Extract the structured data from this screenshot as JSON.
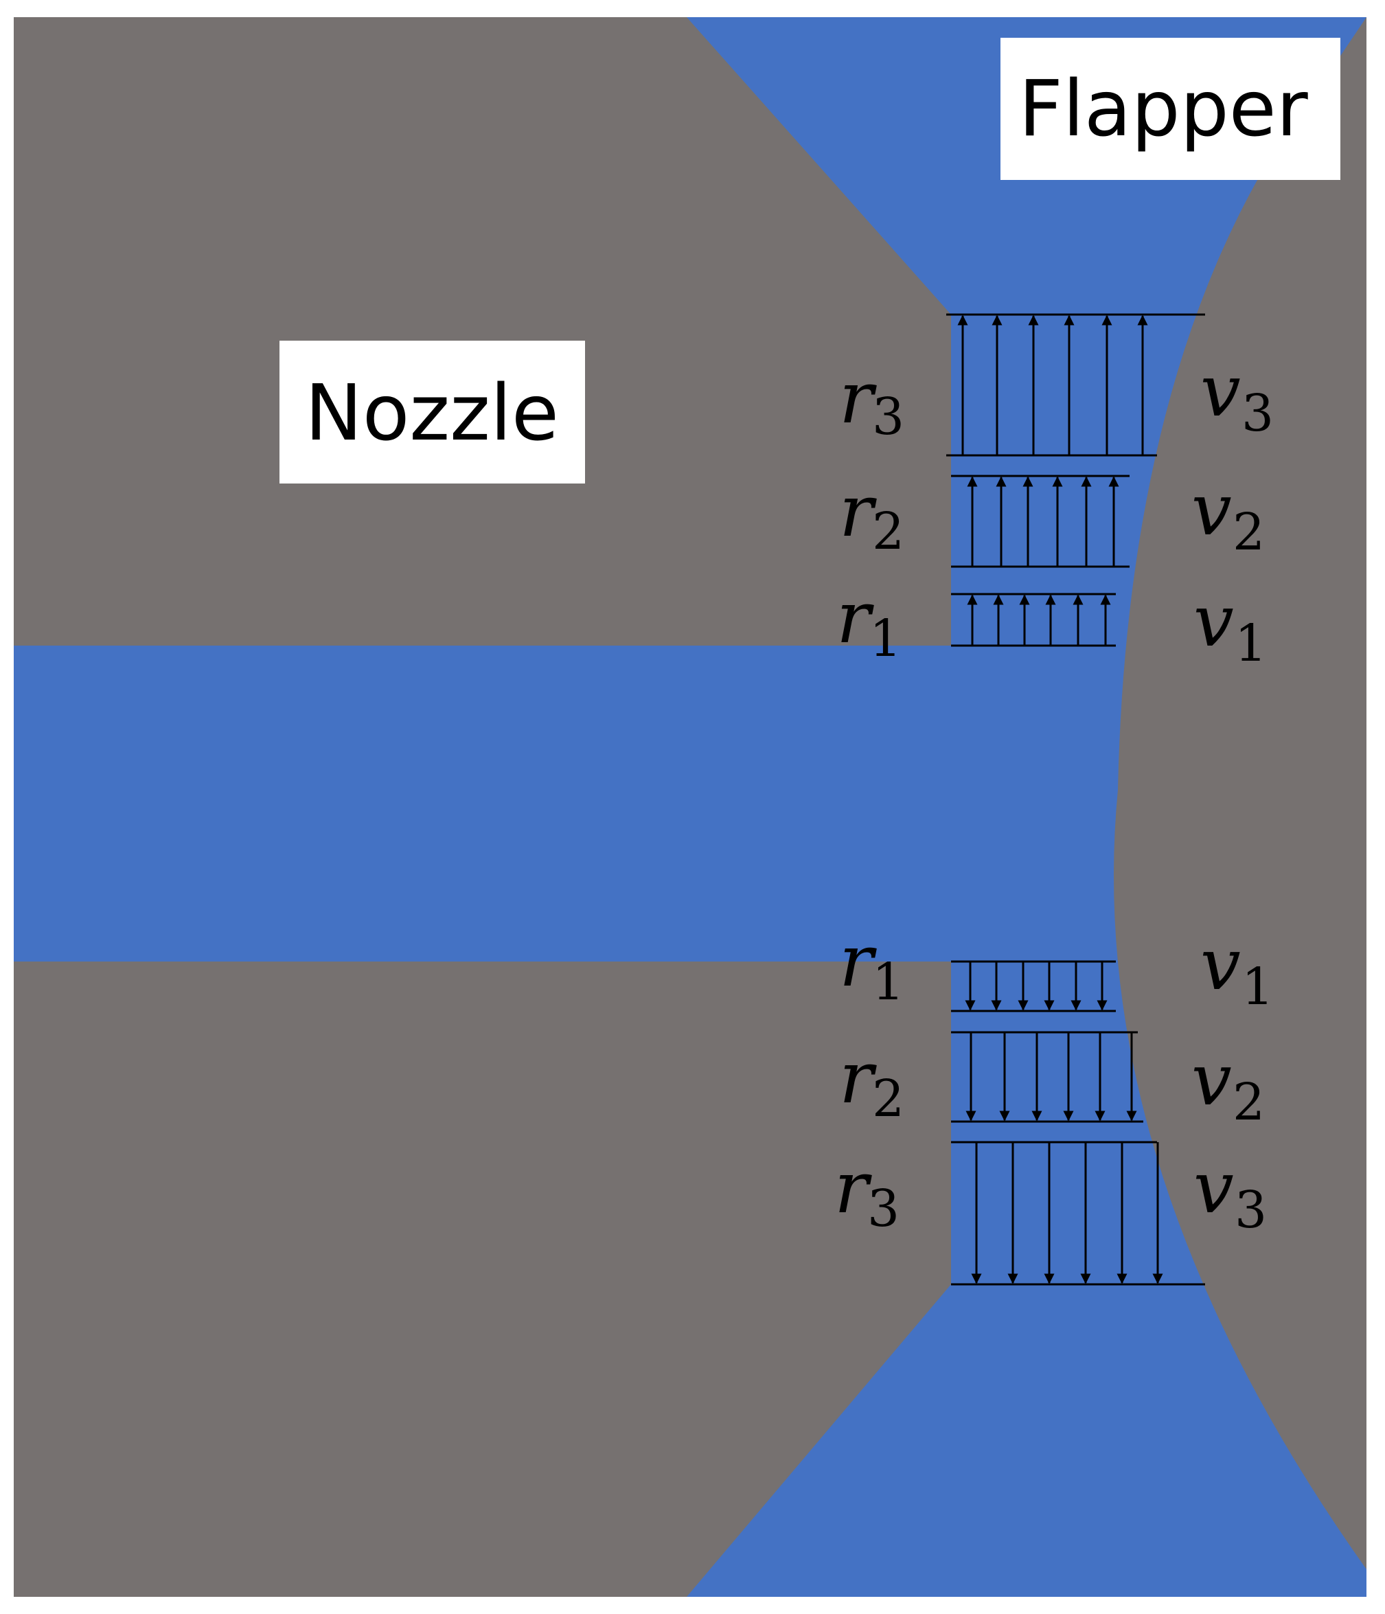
{
  "labels": {
    "nozzle": "Nozzle",
    "flapper": "Flapper"
  },
  "symbols": {
    "upper": [
      {
        "var": "r",
        "sub": "3",
        "vel": "v",
        "vsub": "3"
      },
      {
        "var": "r",
        "sub": "2",
        "vel": "v",
        "vsub": "2"
      },
      {
        "var": "r",
        "sub": "1",
        "vel": "v",
        "vsub": "1"
      }
    ],
    "lower": [
      {
        "var": "r",
        "sub": "1",
        "vel": "v",
        "vsub": "1"
      },
      {
        "var": "r",
        "sub": "2",
        "vel": "v",
        "vsub": "2"
      },
      {
        "var": "r",
        "sub": "3",
        "vel": "v",
        "vsub": "3"
      }
    ]
  },
  "colors": {
    "solid": "#767170",
    "fluid": "#4472C4",
    "label_bg": "#FFFFFF",
    "arrows": "#000000"
  }
}
